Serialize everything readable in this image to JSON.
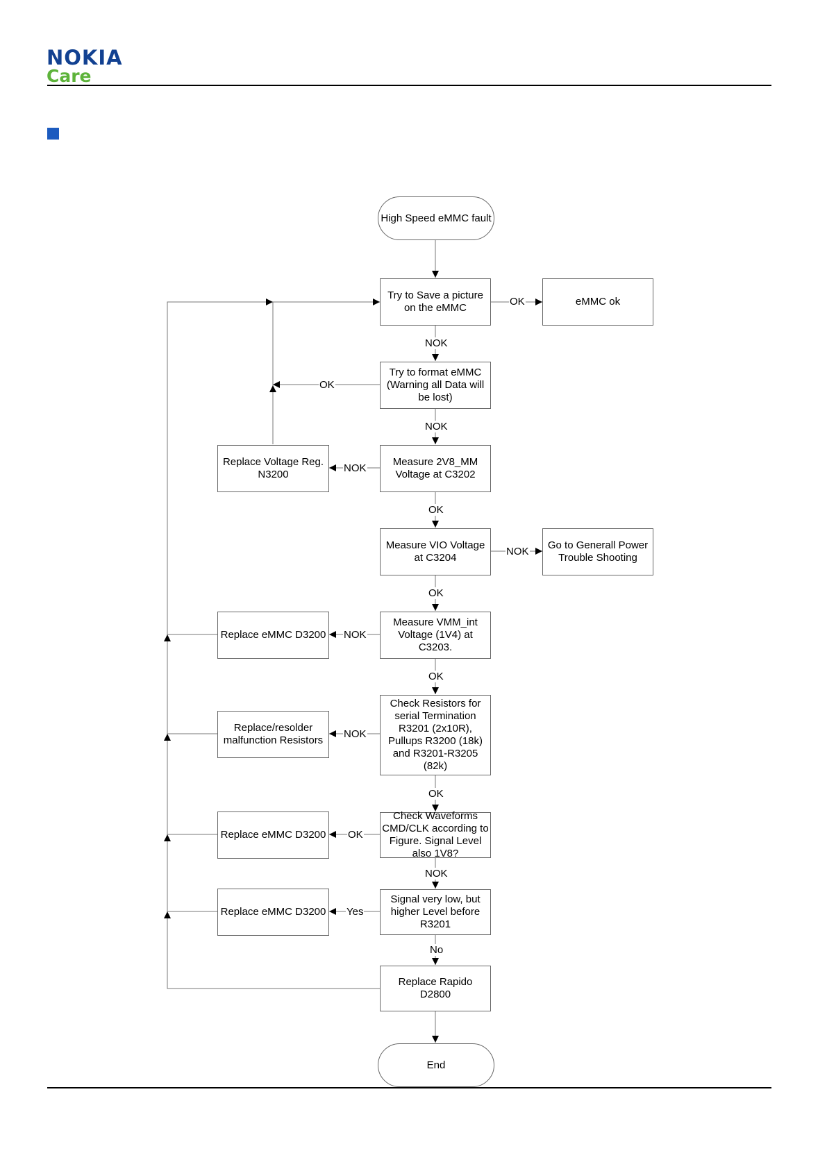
{
  "header": {
    "brand": "NOKIA",
    "sub_brand": "Care"
  },
  "flowchart": {
    "nodes": {
      "start": "High Speed eMMC fault",
      "save": "Try to Save a picture on the eMMC",
      "emmc_ok": "eMMC ok",
      "format": "Try to format eMMC (Warning all Data will be lost)",
      "measure_2v8": "Measure 2V8_MM Voltage at C3202",
      "replace_vreg": "Replace Voltage Reg. N3200",
      "measure_vio": "Measure VIO Voltage at C3204",
      "general_power": "Go to Generall Power Trouble Shooting",
      "measure_vmm": "Measure VMM_int Voltage (1V4) at C3203.",
      "replace_emmc_1": "Replace eMMC D3200",
      "check_resistors": "Check Resistors for serial Termination R3201 (2x10R), Pullups R3200 (18k) and R3201-R3205 (82k)",
      "replace_resistors": "Replace/resolder malfunction Resistors",
      "check_waveforms": "Check Waveforms CMD/CLK according to Figure. Signal Level also 1V8?",
      "replace_emmc_2": "Replace eMMC D3200",
      "signal_low": "Signal very low, but higher Level before R3201",
      "replace_emmc_3": "Replace eMMC D3200",
      "replace_rapido": "Replace Rapido D2800",
      "end": "End"
    },
    "edge_labels": {
      "save_ok": "OK",
      "save_nok": "NOK",
      "format_ok": "OK",
      "format_nok": "NOK",
      "mm_nok": "NOK",
      "mm_ok": "OK",
      "vio_nok": "NOK",
      "vio_ok": "OK",
      "vmm_nok": "NOK",
      "vmm_ok": "OK",
      "res_nok": "NOK",
      "res_ok": "OK",
      "wave_ok": "OK",
      "wave_nok": "NOK",
      "sig_yes": "Yes",
      "sig_no": "No"
    }
  }
}
